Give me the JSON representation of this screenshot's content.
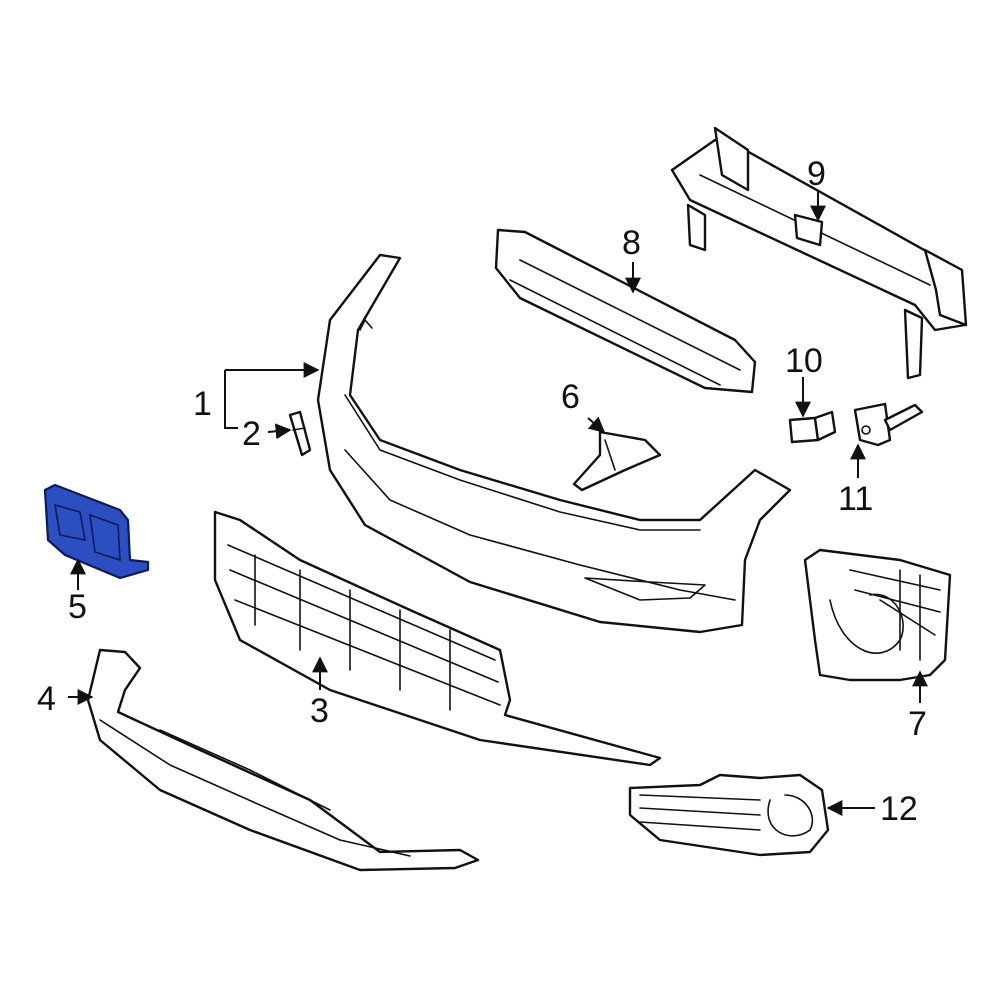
{
  "colors": {
    "line": "#111111",
    "background": "#ffffff",
    "highlight_fill": "#2b4fc0",
    "highlight_stroke": "#0d1a55"
  },
  "callouts": [
    {
      "id": "c1",
      "label": "1"
    },
    {
      "id": "c2",
      "label": "2"
    },
    {
      "id": "c3",
      "label": "3"
    },
    {
      "id": "c4",
      "label": "4"
    },
    {
      "id": "c5",
      "label": "5"
    },
    {
      "id": "c6",
      "label": "6"
    },
    {
      "id": "c7",
      "label": "7"
    },
    {
      "id": "c8",
      "label": "8"
    },
    {
      "id": "c9",
      "label": "9"
    },
    {
      "id": "c10",
      "label": "10"
    },
    {
      "id": "c11",
      "label": "11"
    },
    {
      "id": "c12",
      "label": "12"
    }
  ],
  "highlighted_part": "5"
}
